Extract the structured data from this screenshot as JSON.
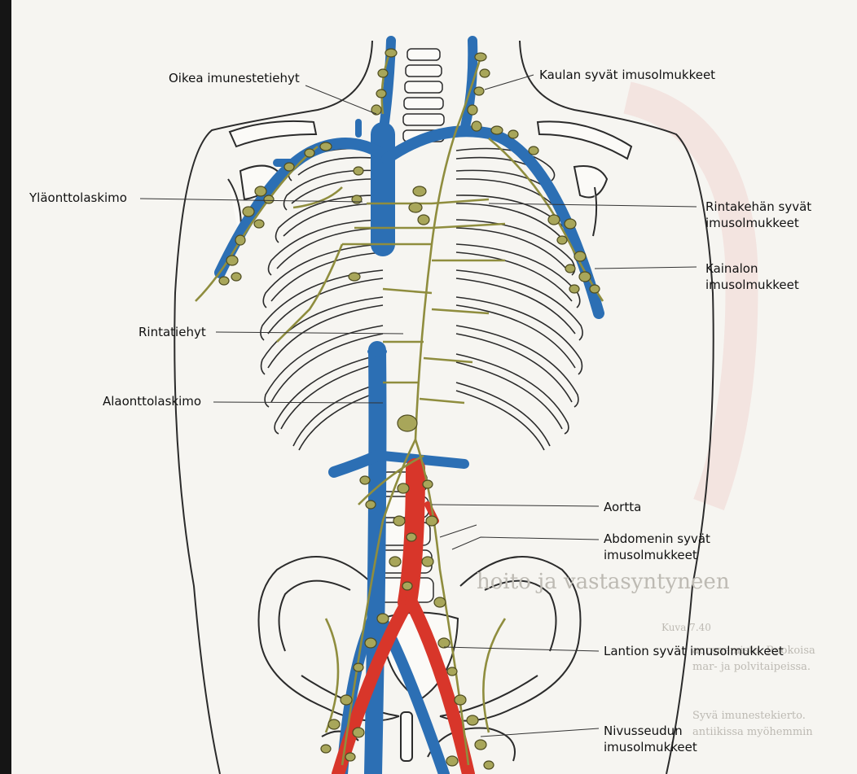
{
  "labels": {
    "oikea_imunestetiehyt": "Oikea imunestetiehyt",
    "kaulan": "Kaulan syvät imusolmukkeet",
    "ylaonttolaskimo": "Yläonttolaskimo",
    "rintakehan_1": "Rintakehän syvät",
    "rintakehan_2": "imusolmukkeet",
    "kainalon_1": "Kainalon",
    "kainalon_2": "imusolmukkeet",
    "rintatiehyt": "Rintatiehyt",
    "alaonttolaskimo": "Alaonttolaskimo",
    "aortta": "Aortta",
    "abdomenin_1": "Abdomenin syvät",
    "abdomenin_2": "imusolmukkeet",
    "lantion": "Lantion syvät imusolmukkeet",
    "nivusseudun_1": "Nivusseudun",
    "nivusseudun_2": "imusolmukkeet"
  },
  "background_text": {
    "heading": "hoito ja vastasyntyneen",
    "kuva": "Kuva 7.40",
    "line1": "aurenemista. Ruokoisa",
    "line2": "mar- ja polvitaipeissa.",
    "line3": "Syvä imunestekierto.",
    "line4": "antiikissa myöhemmin"
  },
  "colors": {
    "vein": "#2c6fb4",
    "artery": "#d8362a",
    "lymph": "#8f8d3e",
    "outline": "#2b2b2b"
  }
}
